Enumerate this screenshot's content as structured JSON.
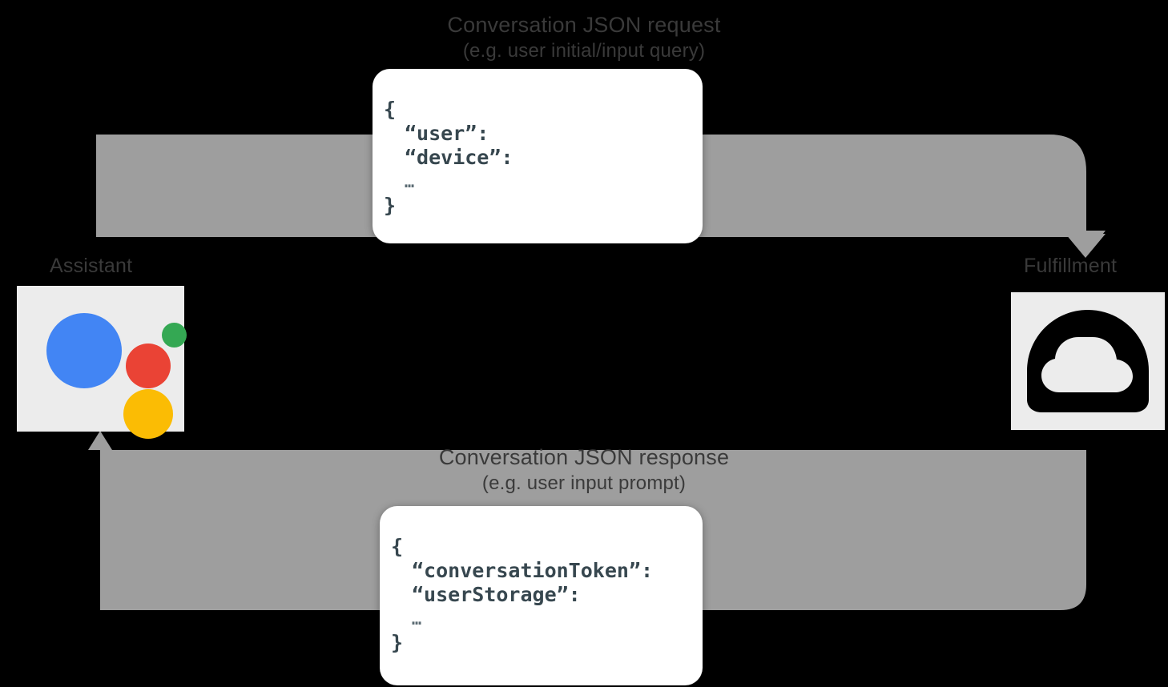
{
  "diagram": {
    "title_flow_request": {
      "line1": "Conversation JSON request",
      "line2": "(e.g. user initial/input query)"
    },
    "title_flow_response": {
      "line1": "Conversation JSON response",
      "line2": "(e.g. user input prompt)"
    },
    "endpoints": {
      "assistant": {
        "label": "Assistant",
        "icon": "google-assistant-icon"
      },
      "fulfillment": {
        "label": "Fulfillment",
        "icon": "cloud-icon"
      }
    },
    "request_json": {
      "open_brace": "{",
      "field_1": "“user”:",
      "field_2": "“device”:",
      "ellipsis": "…",
      "close_brace": "}"
    },
    "response_json": {
      "open_brace": "{",
      "field_1": "“conversationToken”:",
      "field_2": "“userStorage”:",
      "ellipsis": "…",
      "close_brace": "}"
    },
    "colors": {
      "background": "#000000",
      "flow_band": "#9e9e9e",
      "tile_background": "#ececec",
      "caption_text": "#3a3a3a",
      "json_card": "#ffffff",
      "json_text": "#37474f",
      "assistant_blue": "#4285F4",
      "assistant_red": "#EA4335",
      "assistant_green": "#34A853",
      "assistant_yellow": "#FBBC04"
    }
  }
}
